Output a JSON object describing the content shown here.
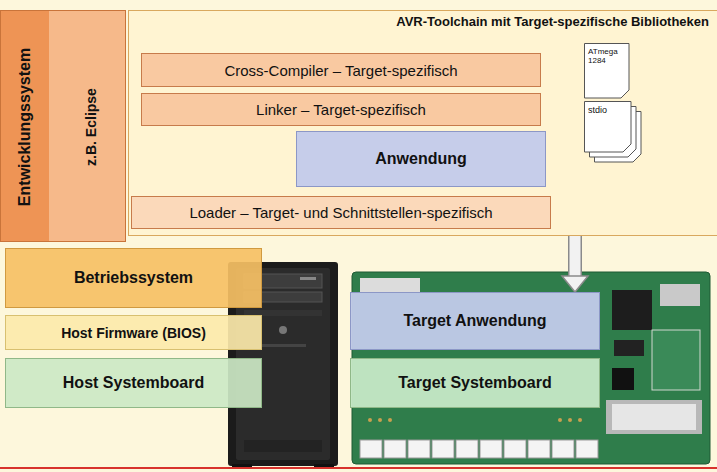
{
  "diagram": {
    "nodes": [
      {
        "text": [
          "Entwicklungssystem",
          "z.B. Eclipse"
        ]
      },
      {
        "text": [
          "AVR-Toolchain mit Target-spezifische Bibliotheken"
        ]
      },
      {
        "text": [
          "Cross-Compiler – Target-spezifisch"
        ],
        "in": 1
      },
      {
        "text": [
          "Linker – Target-spezifisch"
        ],
        "in": 1
      },
      {
        "text": [
          "Anwendung"
        ],
        "in": 1
      },
      {
        "text": [
          "Loader – Target- und Schnittstellen-spezifisch"
        ],
        "in": 1
      },
      {
        "text": [
          "ATmega 1284"
        ],
        "in": 1
      },
      {
        "text": [
          "stdio"
        ],
        "in": 1
      },
      {
        "text": [
          "Betriebssystem"
        ]
      },
      {
        "text": [
          "Host Firmware (BIOS)"
        ]
      },
      {
        "text": [
          "Host Systemboard"
        ]
      },
      {
        "text": [
          "Target Anwendung"
        ]
      },
      {
        "text": [
          "Target Systemboard"
        ]
      }
    ],
    "edges": [
      {
        "from": 6,
        "to": 2,
        "arrow": "to"
      },
      {
        "from": 7,
        "to": 3,
        "arrow": "to"
      },
      {
        "from": 5,
        "to": 11,
        "arrow": "to"
      }
    ]
  }
}
